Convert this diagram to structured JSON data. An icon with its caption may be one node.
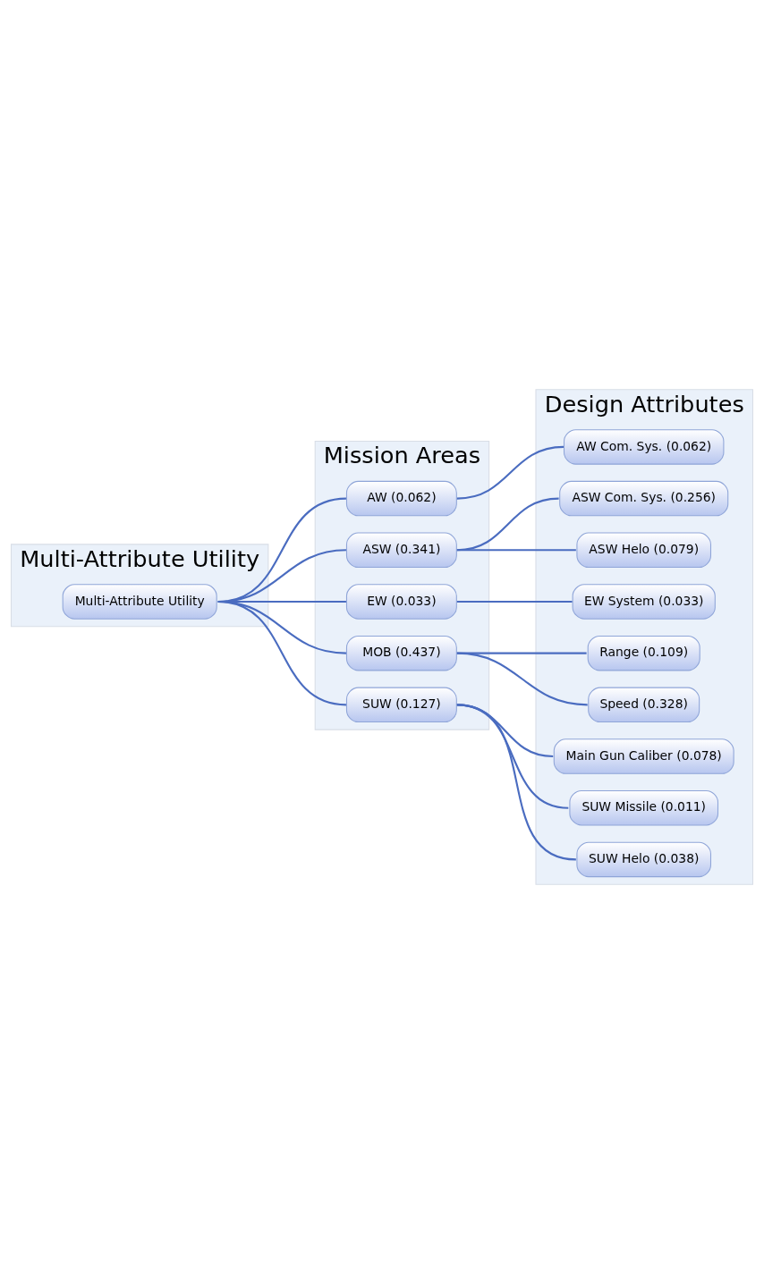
{
  "diagram": {
    "nodes": [
      {
        "text": [
          "Multi-Attribute Utility"
        ]
      },
      {
        "text": [
          "Mission Areas"
        ]
      },
      {
        "text": [
          "Design Attributes"
        ]
      },
      {
        "text": [
          "Multi-Attribute Utility"
        ],
        "in": 0
      },
      {
        "text": [
          "AW (0.062)"
        ],
        "in": 1
      },
      {
        "text": [
          "ASW (0.341)"
        ],
        "in": 1
      },
      {
        "text": [
          "EW (0.033)"
        ],
        "in": 1
      },
      {
        "text": [
          "MOB (0.437)"
        ],
        "in": 1
      },
      {
        "text": [
          "SUW (0.127)"
        ],
        "in": 1
      },
      {
        "text": [
          "AW Com. Sys. (0.062)"
        ],
        "in": 2
      },
      {
        "text": [
          "ASW Com. Sys. (0.256)"
        ],
        "in": 2
      },
      {
        "text": [
          "ASW Helo (0.079)"
        ],
        "in": 2
      },
      {
        "text": [
          "EW System (0.033)"
        ],
        "in": 2
      },
      {
        "text": [
          "Range (0.109)"
        ],
        "in": 2
      },
      {
        "text": [
          "Speed (0.328)"
        ],
        "in": 2
      },
      {
        "text": [
          "Main Gun Caliber (0.078)"
        ],
        "in": 2
      },
      {
        "text": [
          "SUW Missile (0.011)"
        ],
        "in": 2
      },
      {
        "text": [
          "SUW Helo (0.038)"
        ],
        "in": 2
      }
    ],
    "edges": [
      {
        "from": 3,
        "to": 4,
        "arrow": "none"
      },
      {
        "from": 3,
        "to": 5,
        "arrow": "none"
      },
      {
        "from": 3,
        "to": 6,
        "arrow": "none"
      },
      {
        "from": 3,
        "to": 7,
        "arrow": "none"
      },
      {
        "from": 3,
        "to": 8,
        "arrow": "none"
      },
      {
        "from": 4,
        "to": 9,
        "arrow": "none"
      },
      {
        "from": 5,
        "to": 10,
        "arrow": "none"
      },
      {
        "from": 5,
        "to": 11,
        "arrow": "none"
      },
      {
        "from": 6,
        "to": 12,
        "arrow": "none"
      },
      {
        "from": 7,
        "to": 13,
        "arrow": "none"
      },
      {
        "from": 7,
        "to": 14,
        "arrow": "none"
      },
      {
        "from": 8,
        "to": 15,
        "arrow": "none"
      },
      {
        "from": 8,
        "to": 16,
        "arrow": "none"
      },
      {
        "from": 8,
        "to": 17,
        "arrow": "none"
      }
    ]
  }
}
